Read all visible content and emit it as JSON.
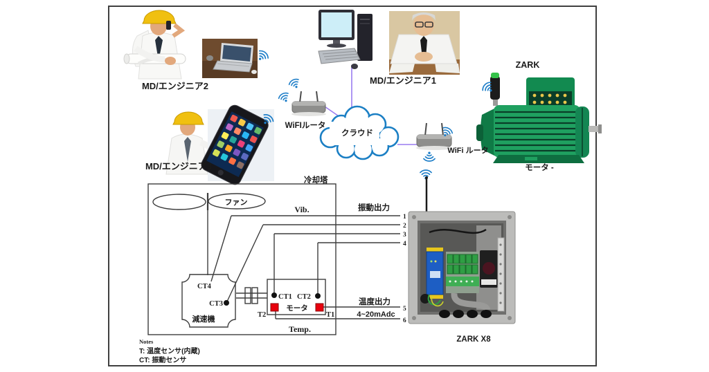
{
  "people": {
    "engineer1": {
      "label": "MD/エンジニア1"
    },
    "engineer2": {
      "label": "MD/エンジニア2"
    },
    "engineer3": {
      "label": "MD/エンジニア3"
    }
  },
  "network": {
    "router1_label": "WiFIルータ",
    "router2_label": "WiFi ルータ",
    "cloud_label": "クラウド"
  },
  "motor_unit": {
    "brand": "ZARK",
    "label": "モータ -"
  },
  "gateway": {
    "label": "ZARK X8"
  },
  "cooling_tower": {
    "title": "冷却塔",
    "fan_label": "ファン",
    "gearbox_label": "減速機",
    "motor_box_label": "モータ",
    "vib_abbr": "Vib.",
    "temp_abbr": "Temp.",
    "sensors": {
      "ct1": "CT1",
      "ct2": "CT2",
      "ct3": "CT3",
      "ct4": "CT4",
      "t1": "T1",
      "t2": "T2"
    }
  },
  "outputs": {
    "vibration_title": "振動出力",
    "temperature_title": "温度出力",
    "signal_range": "4~20mAdc",
    "wires": [
      "1",
      "2",
      "3",
      "4",
      "5",
      "6"
    ]
  },
  "notes": {
    "title": "Notes",
    "line1": "T: 温度センサ(内蔵)",
    "line2": "CT: 振動センサ"
  },
  "colors": {
    "wifi_blue": "#1e7ec8",
    "cloud_stroke": "#1b7fc4",
    "link_purple": "#9a7bf0",
    "motor_green": "#1fa060",
    "sensor_red": "#e8000d",
    "line_dark": "#3d3d3d"
  }
}
